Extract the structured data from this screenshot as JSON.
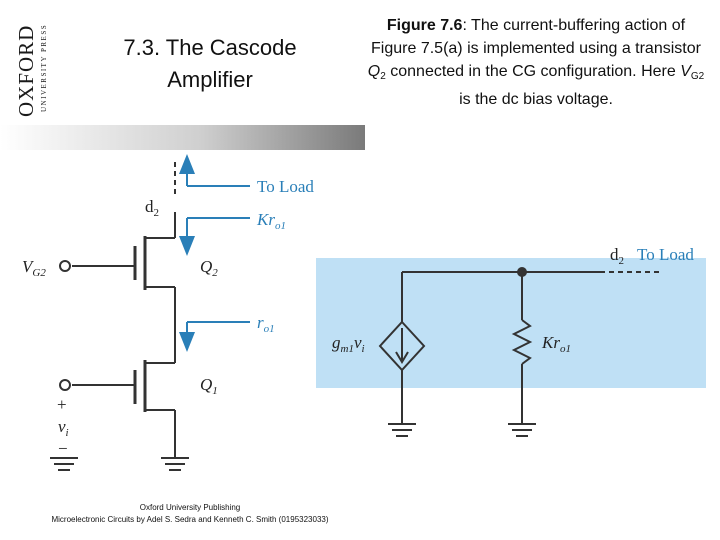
{
  "publisher_logo": {
    "wordmark": "OXFORD",
    "subline": "UNIVERSITY PRESS"
  },
  "slide": {
    "title": "7.3. The Cascode Amplifier"
  },
  "caption": {
    "figure_label": "Figure 7.6",
    "text_1": ": The current-buffering action of Figure 7.5(a) is implemented using a transistor ",
    "q2": "Q",
    "q2_sub": "2",
    "text_2": " connected in the CG configuration.  Here ",
    "vg2": "V",
    "vg2_sub": "G2",
    "text_3": " is the dc bias voltage."
  },
  "left_circuit": {
    "d2": "d",
    "d2_sub": "2",
    "to_load": "To Load",
    "kro1": "Kr",
    "kro1_sub": "o1",
    "vg2": "V",
    "vg2_sub": "G2",
    "q2": "Q",
    "q2_sub": "2",
    "ro1": "r",
    "ro1_sub": "o1",
    "q1": "Q",
    "q1_sub": "1",
    "plus": "+",
    "vi": "v",
    "vi_sub": "i",
    "minus": "−"
  },
  "right_circuit": {
    "d2": "d",
    "d2_sub": "2",
    "to_load": "To Load",
    "gm1vi": "g",
    "gm1vi_sub": "m1",
    "gm1vi_tail": "v",
    "gm1vi_tail_sub": "i",
    "kro1": "Kr",
    "kro1_sub": "o1"
  },
  "footer": {
    "line1": "Oxford University Publishing",
    "line2": "Microelectronic Circuits by Adel S. Sedra and Kenneth C. Smith (0195323033)"
  },
  "colors": {
    "blue_annotation": "#2a7fb8",
    "panel_fill": "#bfe0f5",
    "wire": "#333333"
  }
}
